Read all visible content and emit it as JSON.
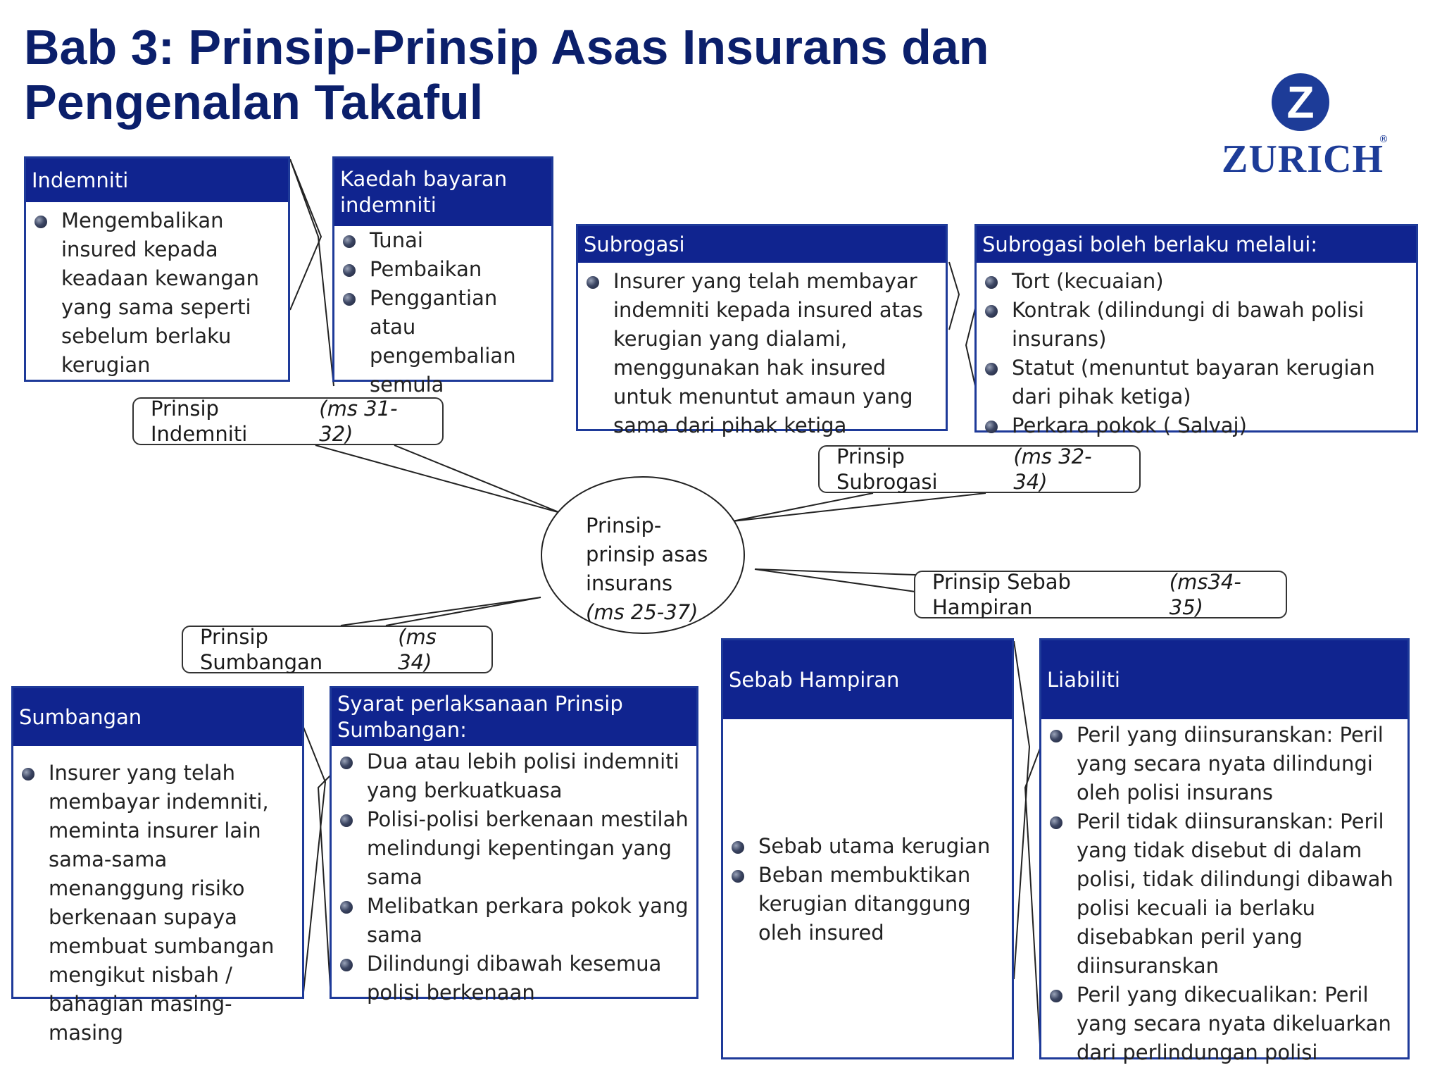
{
  "title": {
    "line1": "Bab 3: Prinsip-Prinsip Asas Insurans dan",
    "line2": "Pengenalan Takaful"
  },
  "logo": {
    "symbol": "Z",
    "word": "ZURICH",
    "registered": "®",
    "color": "#1d3c98"
  },
  "colors": {
    "header_bg": "#10248f",
    "border": "#1e3a99",
    "title": "#0b1f6b"
  },
  "center": {
    "line1": "Prinsip-",
    "line2": "prinsip asas",
    "line3": "insurans",
    "ms": "(ms 25-37)"
  },
  "callouts": {
    "indemniti": {
      "label": "Prinsip Indemniti",
      "ms": "(ms 31-32)"
    },
    "subrogasi": {
      "label": "Prinsip Subrogasi",
      "ms": "(ms 32-34)"
    },
    "sebab_hampiran": {
      "label": "Prinsip Sebab Hampiran",
      "ms": "(ms34-35)"
    },
    "sumbangan": {
      "label": "Prinsip Sumbangan",
      "ms": "(ms 34)"
    }
  },
  "boxes": {
    "indemniti": {
      "header": "Indemniti",
      "items": [
        "Mengembalikan insured kepada keadaan kewangan yang sama seperti sebelum berlaku kerugian"
      ]
    },
    "kaedah": {
      "header": "Kaedah bayaran indemniti",
      "items": [
        "Tunai",
        "Pembaikan",
        "Penggantian atau pengembalian semula"
      ]
    },
    "subrogasi": {
      "header": "Subrogasi",
      "items": [
        "Insurer yang telah membayar indemniti kepada insured atas kerugian yang dialami, menggunakan hak insured untuk menuntut amaun yang sama dari pihak ketiga"
      ]
    },
    "subrogasi_melalui": {
      "header": "Subrogasi boleh berlaku melalui:",
      "items": [
        "Tort (kecuaian)",
        "Kontrak (dilindungi di bawah polisi insurans)",
        "Statut (menuntut bayaran kerugian dari pihak ketiga)",
        "Perkara pokok ( Salvaj)"
      ]
    },
    "sumbangan": {
      "header": "Sumbangan",
      "items": [
        "Insurer yang telah membayar indemniti, meminta insurer lain sama-sama menanggung risiko berkenaan supaya membuat sumbangan mengikut nisbah / bahagian masing-masing"
      ]
    },
    "syarat": {
      "header": "Syarat perlaksanaan Prinsip Sumbangan:",
      "items": [
        "Dua atau lebih polisi indemniti yang berkuatkuasa",
        "Polisi-polisi berkenaan mestilah melindungi kepentingan yang sama",
        "Melibatkan perkara pokok yang sama",
        "Dilindungi dibawah kesemua polisi berkenaan"
      ]
    },
    "sebab_hampiran": {
      "header": "Sebab Hampiran",
      "items": [
        "Sebab utama kerugian",
        "Beban membuktikan kerugian ditanggung oleh insured"
      ]
    },
    "liabiliti": {
      "header": "Liabiliti",
      "items": [
        "Peril yang diinsuranskan: Peril yang secara nyata dilindungi oleh polisi insurans",
        "Peril tidak diinsuranskan: Peril yang tidak disebut di dalam polisi, tidak dilindungi dibawah polisi kecuali ia berlaku disebabkan peril yang diinsuranskan",
        "Peril yang dikecualikan: Peril yang secara nyata dikeluarkan dari perlindungan polisi"
      ]
    }
  }
}
